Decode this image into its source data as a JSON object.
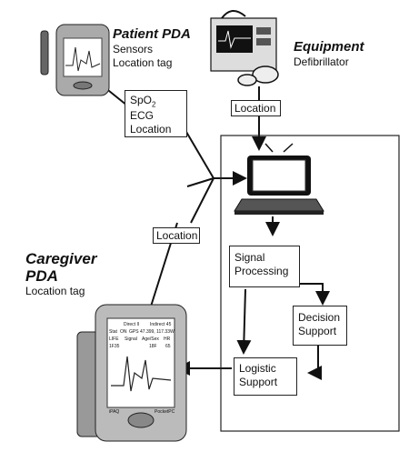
{
  "patient_pda": {
    "title": "Patient PDA",
    "line1": "Sensors",
    "line2": "Location tag"
  },
  "equipment": {
    "title": "Equipment",
    "line1": "Defibrillator"
  },
  "caregiver_pda": {
    "title_line1": "Caregiver",
    "title_line2": "PDA",
    "line1": "Location tag"
  },
  "sensor_box": {
    "line1_main": "SpO",
    "line1_sub": "2",
    "line2": "ECG",
    "line3": "Location"
  },
  "location_labels": {
    "equipment_link": "Location",
    "caregiver_link": "Location"
  },
  "system": {
    "signal_processing": {
      "line1": "Signal",
      "line2": "Processing"
    },
    "decision_support": {
      "line1": "Decision",
      "line2": "Support"
    },
    "logistic_support": {
      "line1": "Logistic",
      "line2": "Support"
    }
  },
  "pda_screen": {
    "row1": [
      "Direct II",
      "Indirect 45"
    ],
    "row2": [
      "Stat",
      "ON",
      "GPS",
      "47.399, 117.33W"
    ],
    "row3": [
      "LIFE",
      "Signal",
      "Age/Sex",
      "HR"
    ],
    "row4": [
      "1F35",
      "18F",
      "65"
    ],
    "brand": "PocketPC",
    "model": "iPAQ"
  }
}
